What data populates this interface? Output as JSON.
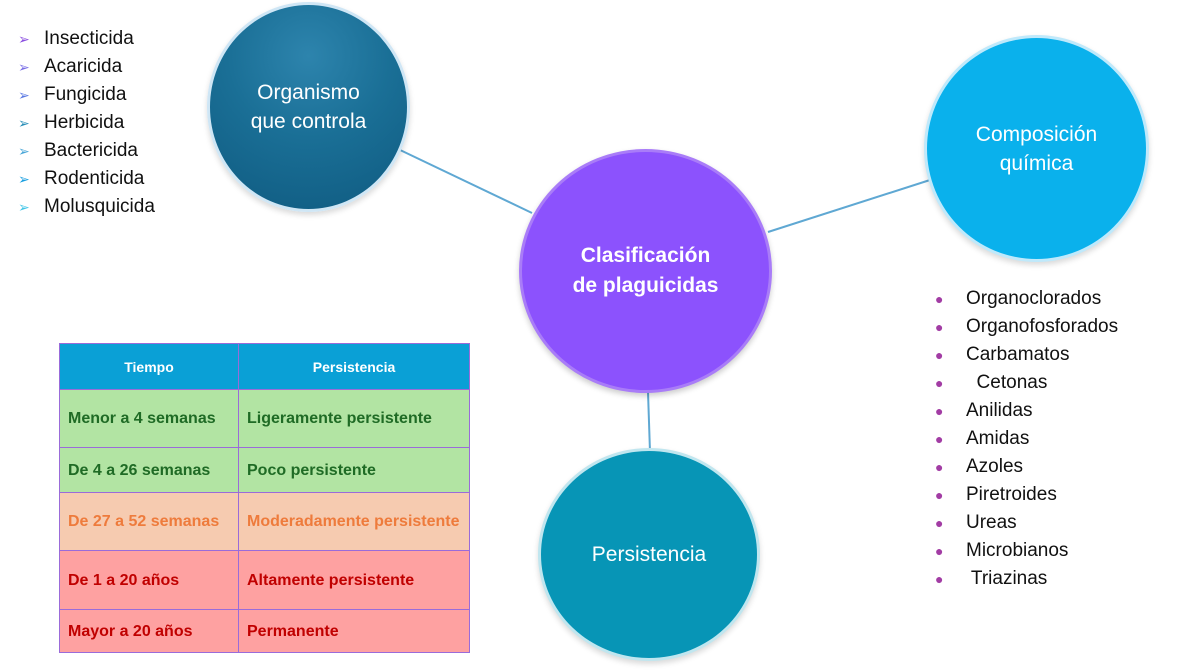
{
  "nodes": {
    "center": "Clasificación\nde plaguicidas",
    "organismo": "Organismo\nque controla",
    "composicion": "Composición\nquímica",
    "persistencia": "Persistencia"
  },
  "organismo_list": [
    "Insecticida",
    "Acaricida",
    "Fungicida",
    "Herbicida",
    "Bactericida",
    "Rodenticida",
    "Molusquicida"
  ],
  "composicion_list": [
    "Organoclorados",
    "Organofosforados",
    "Carbamatos",
    "  Cetonas",
    "Anilidas",
    "Amidas",
    "Azoles",
    "Piretroides",
    "Ureas",
    "Microbianos",
    " Triazinas"
  ],
  "table": {
    "headers": [
      "Tiempo",
      "Persistencia"
    ],
    "rows": [
      {
        "tiempo": " Menor  a 4 semanas",
        "persistencia": "Ligeramente persistente",
        "tone": "green"
      },
      {
        "tiempo": "De 4 a 26 semanas",
        "persistencia": "Poco persistente",
        "tone": "green"
      },
      {
        "tiempo": "De 27 a 52 semanas",
        "persistencia": "Moderadamente persistente",
        "tone": "orange"
      },
      {
        "tiempo": "De 1 a 20 años",
        "persistencia": "Altamente persistente",
        "tone": "red"
      },
      {
        "tiempo": "Mayor a 20 años",
        "persistencia": "Permanente",
        "tone": "red"
      }
    ]
  },
  "colors": {
    "center": "#8c52fd",
    "organismo": "#1a6f96",
    "composicion": "#0ab1ec",
    "persistencia": "#0795b6",
    "connector": "#5fa8d3",
    "bullet": "#a23ca4",
    "arrow_palette": [
      "#8b4fe0",
      "#7a6fe6",
      "#5b79e3",
      "#2a8fb8",
      "#4aa7d8",
      "#1a9fe0",
      "#43c6e8"
    ]
  },
  "icons": {
    "left_bullet": "arrow-bullet-icon",
    "right_bullet": "dot-bullet-icon"
  }
}
